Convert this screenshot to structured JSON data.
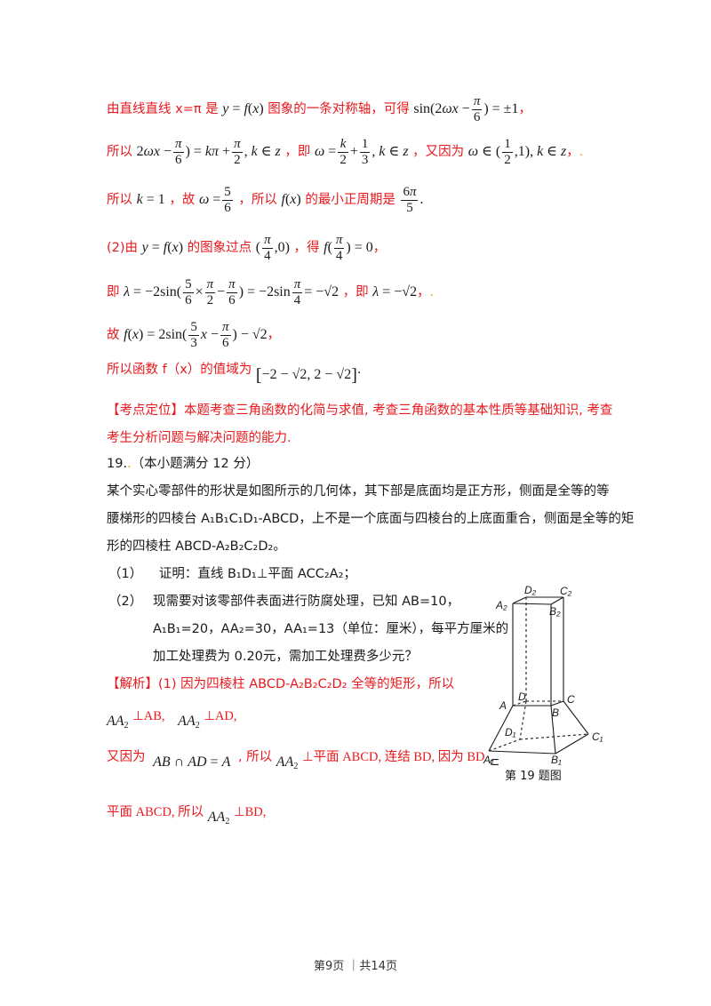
{
  "solution_lines": {
    "l1_a": "由直线直线 x=π 是",
    "l1_b": "图象的一条对称轴，可得",
    "l2_a": "所以",
    "l2_b": "，即",
    "l2_c": "，又因为",
    "l3_a": "所以",
    "l3_b": "，故",
    "l3_c": "，所以",
    "l3_d": "的最小正周期是",
    "l4_a": "(2)由",
    "l4_b": "的图象过点",
    "l4_c": "，得",
    "l5_a": "即",
    "l5_b": "，即",
    "l6_a": "故",
    "l7_a": "所以函数 f（x）的值域为"
  },
  "analysis_note": {
    "line1": "【考点定位】本题考查三角函数的化简与求值, 考查三角函数的基本性质等基础知识, 考查",
    "line2": "考生分析问题与解决问题的能力."
  },
  "problem": {
    "number": "19.",
    "header": "（本小题满分 12 分）",
    "stem_lines": [
      "某个实心零部件的形状是如图所示的几何体，其下部是底面均是正方形，侧面是全等的等",
      "腰梯形的四棱台 A₁B₁C₁D₁-ABCD，上不是一个底面与四棱台的上底面重合，侧面是全等的矩",
      "形的四棱柱 ABCD-A₂B₂C₂D₂。"
    ],
    "q1_num": "（1）",
    "q1_text": "证明：直线 B₁D₁⊥平面 ACC₂A₂；",
    "q2_num": "（2）",
    "q2_lines": [
      "现需要对该零部件表面进行防腐处理，已知 AB=10，",
      "A₁B₁=20，AA₂=30，AA₁=13（单位：厘米），每平方厘米的",
      "加工处理费为 0.20元，需加工处理费多少元？"
    ]
  },
  "solution2": {
    "label": "【解析】",
    "line1": "(1) 因为四棱柱 ABCD-A₂B₂C₂D₂ 全等的矩形，所以",
    "perp_ab": "⊥AB,",
    "perp_ad": "⊥AD,",
    "line3_a": "又因为",
    "line3_b": ", 所以",
    "line3_c": "⊥平面 ABCD, 连结 BD, 因为 BD",
    "subset": "⊂",
    "line4_a": "平面 ABCD, 所以",
    "line4_b": "⊥BD,"
  },
  "figure": {
    "caption": "第 19 题图",
    "labels": [
      "A₂",
      "D₂",
      "C₂",
      "B₂",
      "D",
      "A",
      "C",
      "B",
      "D₁",
      "C₁",
      "A₁",
      "B₁"
    ]
  },
  "footer": {
    "text": "第9页 ｜共14页"
  }
}
